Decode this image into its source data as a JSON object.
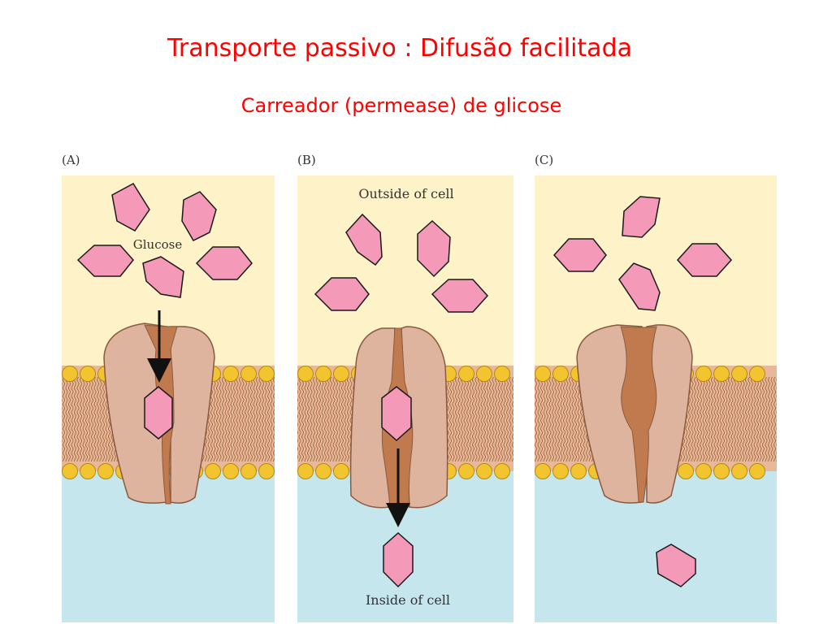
{
  "title": "Transporte passivo :  Difusão facilitada",
  "subtitle": "Carreador (permease) de glicose",
  "panels": [
    {
      "label": "(A)",
      "glucose_label": "Glucose"
    },
    {
      "label": "(B)",
      "outside_label": "Outside of cell",
      "inside_label": "Inside of cell"
    },
    {
      "label": "(C)"
    }
  ],
  "colors": {
    "title": "#ff0000",
    "outside": "#fdf2c8",
    "inside": "#c6e6ee",
    "lipid_head": "#f2c430",
    "lipid_tail": "#c88a64",
    "carrier": "#deb49e",
    "channel": "#c07a4e",
    "glucose": "#f49ab8"
  }
}
